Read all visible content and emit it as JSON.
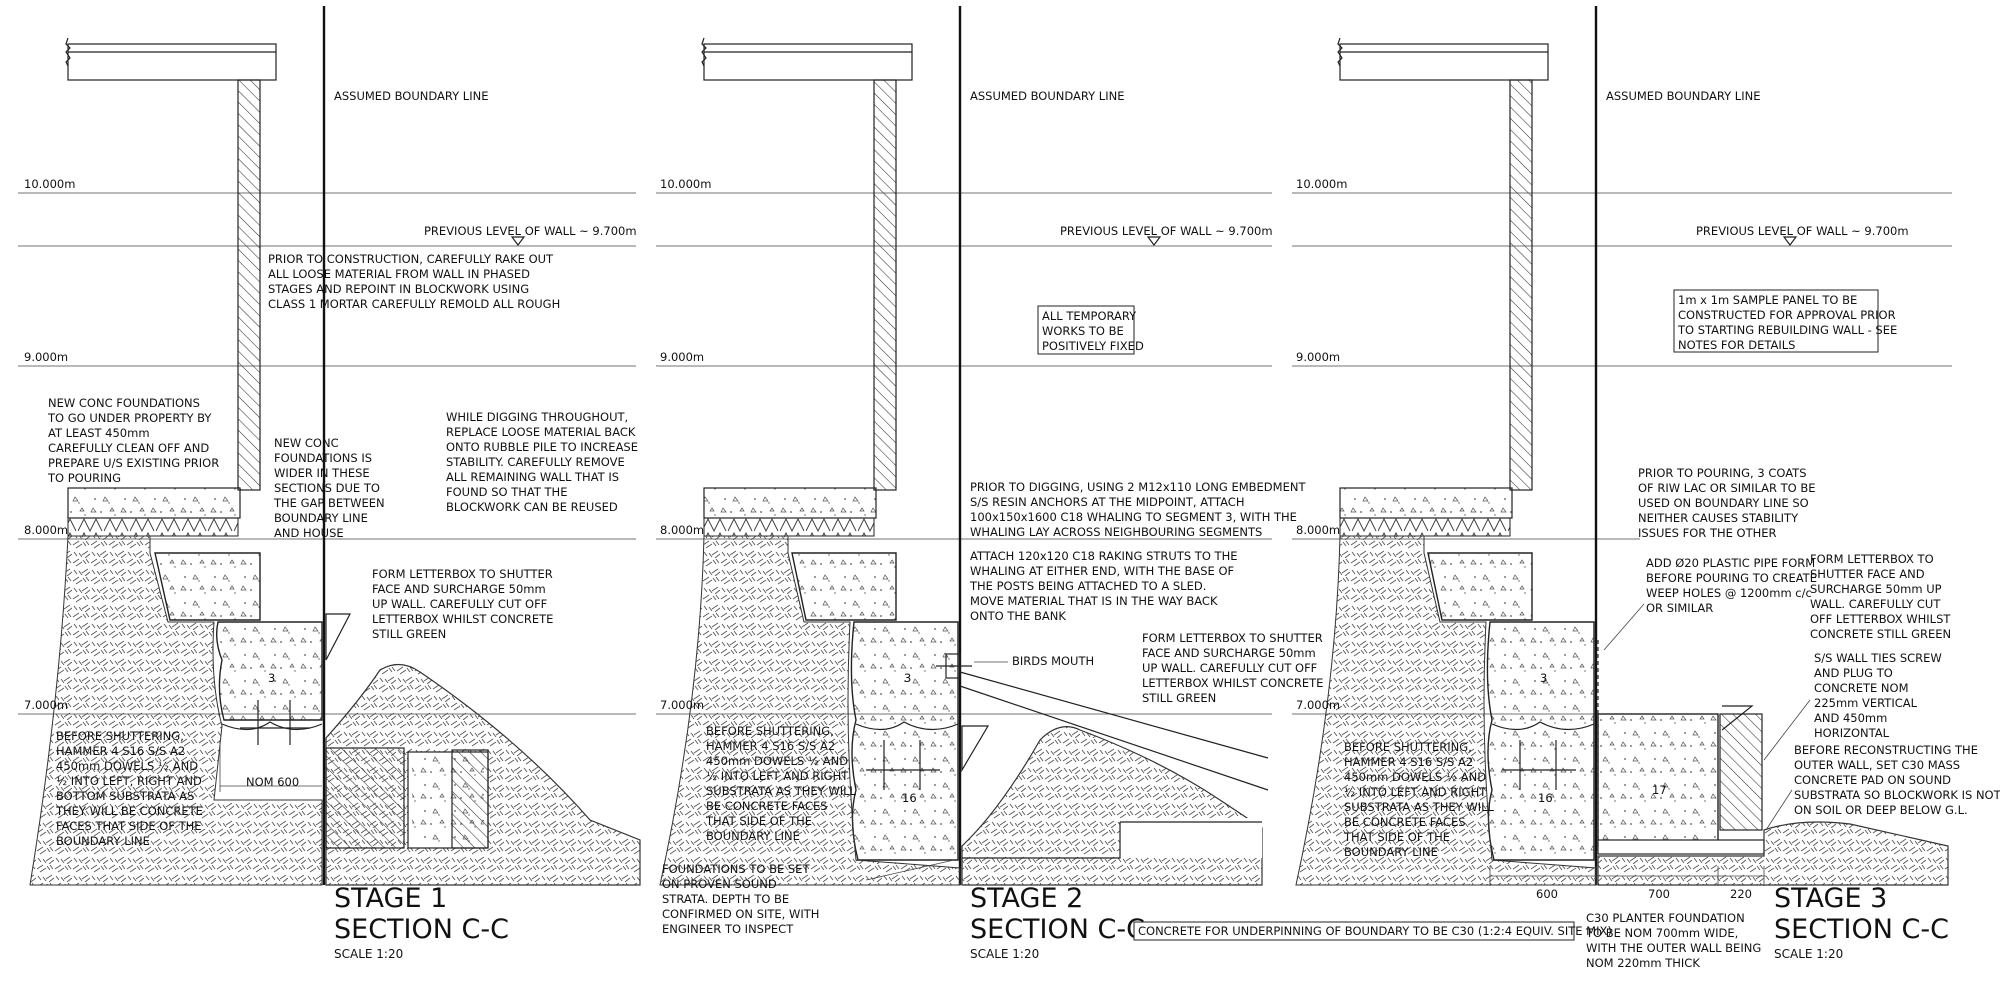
{
  "colors": {
    "line": "#222222",
    "background": "#ffffff"
  },
  "levels": {
    "l10": "10.000m",
    "l9": "9.000m",
    "l8": "8.000m",
    "l7": "7.000m",
    "previous": "PREVIOUS LEVEL OF WALL ~ 9.700m"
  },
  "boundary_label": "ASSUMED BOUNDARY LINE",
  "scale": "SCALE 1:20",
  "section": "SECTION C-C",
  "stage1": {
    "title": "STAGE 1",
    "rake_note": [
      "PRIOR TO CONSTRUCTION, CAREFULLY RAKE OUT",
      "ALL LOOSE MATERIAL FROM WALL IN PHASED",
      "STAGES AND REPOINT IN BLOCKWORK USING",
      "CLASS 1 MORTAR CAREFULLY REMOLD ALL ROUGH"
    ],
    "foundations_note": [
      "NEW CONC FOUNDATIONS",
      "TO GO UNDER PROPERTY BY",
      "AT LEAST 450mm",
      "CAREFULLY CLEAN OFF AND",
      "PREPARE U/S EXISTING PRIOR",
      "TO POURING"
    ],
    "wider_note": [
      "NEW CONC",
      "FOUNDATIONS IS",
      "WIDER IN THESE",
      "SECTIONS DUE TO",
      "THE GAP BETWEEN",
      "BOUNDARY LINE",
      "AND HOUSE"
    ],
    "digging_note": [
      "WHILE DIGGING THROUGHOUT,",
      "REPLACE LOOSE MATERIAL BACK",
      "ONTO RUBBLE PILE TO INCREASE",
      "STABILITY. CAREFULLY REMOVE",
      "ALL REMAINING WALL THAT IS",
      "FOUND SO THAT THE",
      "BLOCKWORK CAN BE REUSED"
    ],
    "letterbox_note": [
      "FORM LETTERBOX TO SHUTTER",
      "FACE AND SURCHARGE 50mm",
      "UP WALL. CAREFULLY CUT OFF",
      "LETTERBOX WHILST CONCRETE",
      "STILL GREEN"
    ],
    "dowels_note": [
      "BEFORE SHUTTERING,",
      "HAMMER 4 S16 S/S A2",
      "450mm DOWELS ½ AND",
      "½ INTO LEFT, RIGHT AND",
      "BOTTOM SUBSTRATA AS",
      "THEY WILL BE CONCRETE",
      "FACES THAT SIDE OF THE",
      "BOUNDARY LINE"
    ],
    "nom": "NOM 600",
    "seg": "3"
  },
  "stage2": {
    "title": "STAGE 2",
    "temp_works": [
      "ALL TEMPORARY",
      "WORKS TO BE",
      "POSITIVELY FIXED"
    ],
    "anchors_note": [
      "PRIOR TO DIGGING, USING 2 M12x110 LONG EMBEDMENT",
      "S/S RESIN ANCHORS AT THE MIDPOINT, ATTACH",
      "100x150x1600 C18 WHALING TO SEGMENT 3, WITH THE",
      "WHALING LAY ACROSS NEIGHBOURING SEGMENTS"
    ],
    "struts_note": [
      "ATTACH 120x120 C18 RAKING STRUTS TO THE",
      "WHALING AT EITHER END, WITH THE BASE OF",
      "THE POSTS BEING ATTACHED TO A SLED.",
      "MOVE MATERIAL THAT IS IN THE WAY BACK",
      "ONTO THE BANK"
    ],
    "letterbox_note": [
      "FORM LETTERBOX TO SHUTTER",
      "FACE AND SURCHARGE 50mm",
      "UP WALL. CAREFULLY CUT OFF",
      "LETTERBOX WHILST CONCRETE",
      "STILL GREEN"
    ],
    "birds_mouth": "BIRDS MOUTH",
    "dowels_note": [
      "BEFORE SHUTTERING,",
      "HAMMER 4 S16 S/S A2",
      "450mm DOWELS ½ AND",
      "½ INTO LEFT AND RIGHT",
      "SUBSTRATA AS THEY WILL",
      "BE CONCRETE FACES",
      "THAT SIDE OF THE",
      "BOUNDARY LINE"
    ],
    "foundations_note": [
      "FOUNDATIONS TO BE SET",
      "ON PROVEN SOUND",
      "STRATA. DEPTH TO BE",
      "CONFIRMED ON SITE, WITH",
      "ENGINEER TO INSPECT"
    ],
    "seg_a": "3",
    "seg_b": "16"
  },
  "stage3": {
    "title": "STAGE 3",
    "sample_panel": [
      "1m x 1m SAMPLE PANEL TO BE",
      "CONSTRUCTED FOR APPROVAL PRIOR",
      "TO STARTING REBUILDING WALL - SEE",
      "NOTES FOR DETAILS"
    ],
    "riw_note": [
      "PRIOR TO POURING, 3 COATS",
      "OF RIW LAC OR SIMILAR TO BE",
      "USED ON BOUNDARY LINE SO",
      "NEITHER CAUSES STABILITY",
      "ISSUES FOR THE OTHER"
    ],
    "pipe_note": [
      "ADD Ø20 PLASTIC PIPE FORM",
      "BEFORE POURING TO CREATE",
      "WEEP HOLES @ 1200mm c/c",
      "OR SIMILAR"
    ],
    "letterbox_note": [
      "FORM LETTERBOX TO",
      "SHUTTER FACE AND",
      "SURCHARGE 50mm UP",
      "WALL. CAREFULLY CUT",
      "OFF LETTERBOX WHILST",
      "CONCRETE STILL GREEN"
    ],
    "ties_note": [
      "S/S WALL TIES SCREW",
      "AND PLUG TO",
      "CONCRETE NOM",
      "225mm VERTICAL",
      "AND 450mm",
      "HORIZONTAL"
    ],
    "outer_note": [
      "BEFORE RECONSTRUCTING THE",
      "OUTER WALL, SET C30 MASS",
      "CONCRETE PAD ON SOUND",
      "SUBSTRATA SO BLOCKWORK IS NOT",
      "ON SOIL OR DEEP BELOW G.L."
    ],
    "dowels_note": [
      "BEFORE SHUTTERING,",
      "HAMMER 4 S16 S/S A2",
      "450mm DOWELS ½ AND",
      "½ INTO LEFT AND RIGHT",
      "SUBSTRATA AS THEY WILL",
      "BE CONCRETE FACES",
      "THAT SIDE OF THE",
      "BOUNDARY LINE"
    ],
    "concrete_note": "CONCRETE FOR UNDERPINNING OF BOUNDARY TO BE C30 (1:2:4 EQUIV. SITE MIX)",
    "planter_note": [
      "C30 PLANTER FOUNDATION",
      "TO BE NOM 700mm WIDE,",
      "WITH THE OUTER WALL BEING",
      "NOM 220mm THICK"
    ],
    "dim_600": "600",
    "dim_700": "700",
    "dim_220": "220",
    "seg_a": "3",
    "seg_b": "16",
    "seg_c": "17"
  }
}
